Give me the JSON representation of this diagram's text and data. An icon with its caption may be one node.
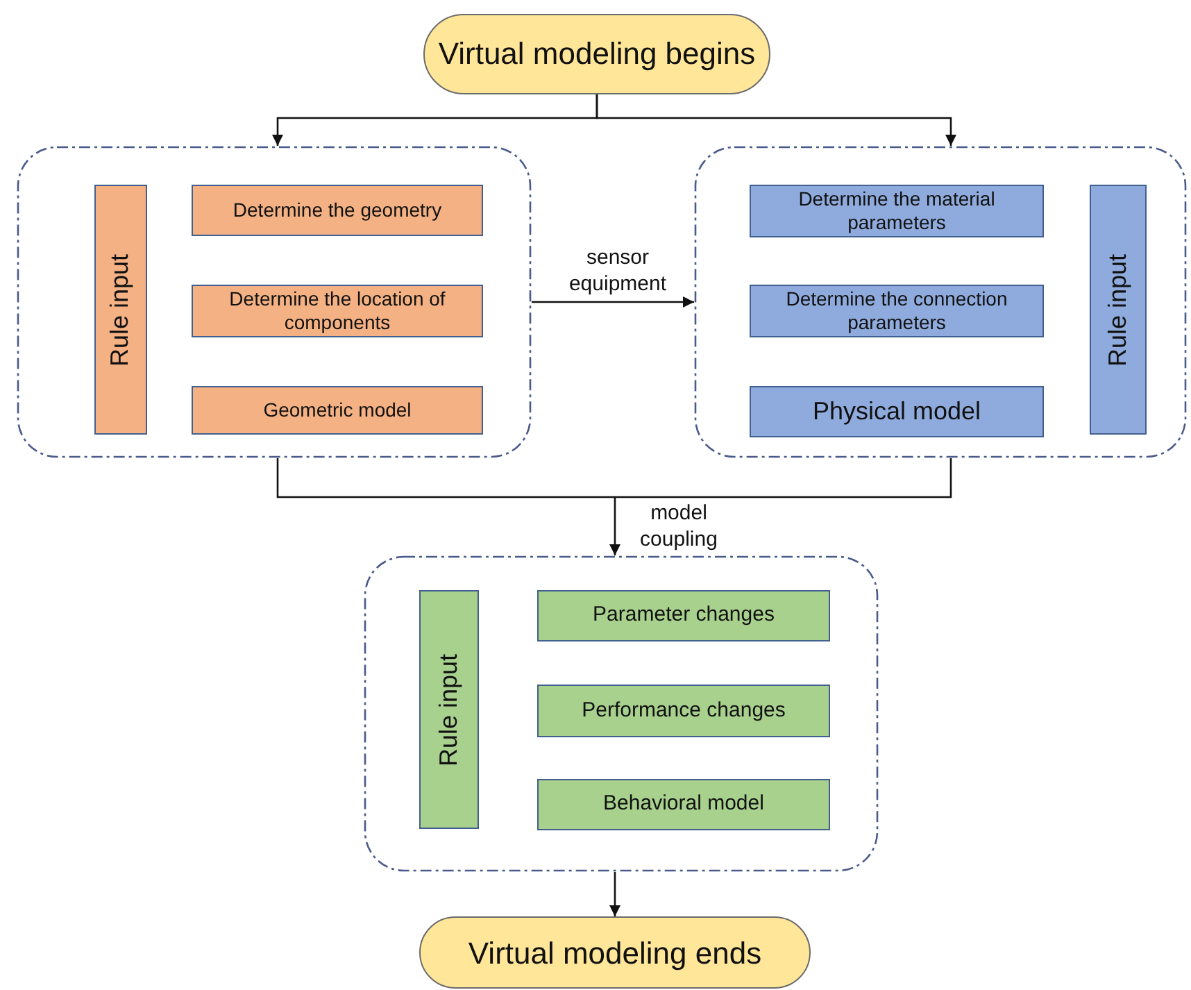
{
  "diagram": {
    "nodes": [
      {
        "text": [
          "Virtual modeling begins"
        ]
      },
      {
        "text": [],
        "shape": "box"
      },
      {
        "text": [
          "Rule input"
        ],
        "in": 1
      },
      {
        "text": [
          "Determine the geometry"
        ],
        "in": 1
      },
      {
        "text": [
          "Determine the location of components"
        ],
        "in": 1
      },
      {
        "text": [
          "Geometric model"
        ],
        "in": 1
      },
      {
        "text": [],
        "shape": "box"
      },
      {
        "text": [
          "Determine the material parameters"
        ],
        "in": 6
      },
      {
        "text": [
          "Determine the connection parameters"
        ],
        "in": 6
      },
      {
        "text": [
          "Physical model"
        ],
        "in": 6
      },
      {
        "text": [
          "Rule input"
        ],
        "in": 6
      },
      {
        "text": [],
        "shape": "box"
      },
      {
        "text": [
          "Rule input"
        ],
        "in": 11
      },
      {
        "text": [
          "Parameter changes"
        ],
        "in": 11
      },
      {
        "text": [
          "Performance changes"
        ],
        "in": 11
      },
      {
        "text": [
          "Behavioral model"
        ],
        "in": 11
      },
      {
        "text": [
          "Virtual modeling ends"
        ]
      }
    ],
    "edges": [
      {
        "from": 0,
        "to": 1,
        "arrow": "to"
      },
      {
        "from": 0,
        "to": 6,
        "arrow": "to"
      },
      {
        "from": 1,
        "to": 6,
        "arrow": "to",
        "label": "sensor equipment"
      },
      {
        "from": 1,
        "to": 11,
        "arrow": "to",
        "label": "model coupling"
      },
      {
        "from": 6,
        "to": 11,
        "arrow": "to"
      },
      {
        "from": 11,
        "to": 16,
        "arrow": "to"
      }
    ]
  }
}
